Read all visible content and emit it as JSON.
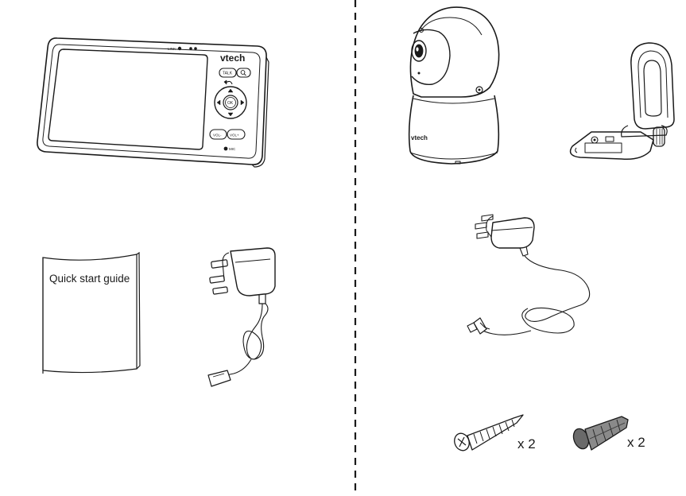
{
  "monitor": {
    "brand": "vtech",
    "link_label": "LINK",
    "talk_label": "TALK",
    "vol_down_label": "VOL-",
    "vol_up_label": "VOL+",
    "mic_label": "MIC",
    "ok_label": "OK"
  },
  "camera": {
    "brand": "vtech"
  },
  "guide": {
    "title": "Quick start guide"
  },
  "screws": {
    "quantity": "x 2"
  },
  "anchors": {
    "quantity": "x 2"
  },
  "colors": {
    "line": "#1a1a1a",
    "divider": "#1a1a1a",
    "background": "#ffffff"
  }
}
